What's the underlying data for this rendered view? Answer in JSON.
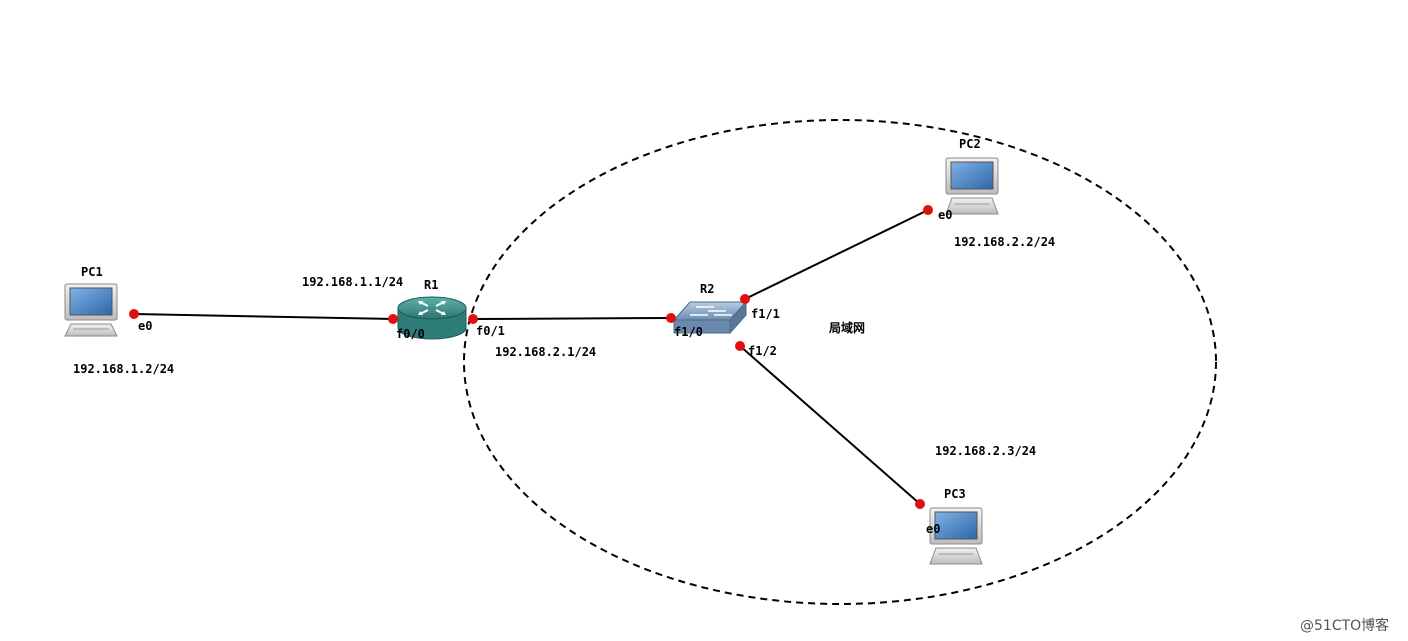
{
  "diagram": {
    "devices": {
      "pc1": {
        "name": "PC1",
        "port": "e0",
        "ip": "192.168.1.2/24"
      },
      "r1": {
        "name": "R1",
        "port_left": "f0/0",
        "port_right": "f0/1",
        "ip_left": "192.168.1.1/24",
        "ip_right": "192.168.2.1/24"
      },
      "r2": {
        "name": "R2",
        "port_left": "f1/0",
        "port_up": "f1/1",
        "port_down": "f1/2"
      },
      "pc2": {
        "name": "PC2",
        "port": "e0",
        "ip": "192.168.2.2/24"
      },
      "pc3": {
        "name": "PC3",
        "port": "e0",
        "ip": "192.168.2.3/24"
      }
    },
    "lan_label": "局域网",
    "watermark": "@51CTO博客",
    "colors": {
      "link": "#000000",
      "port_dot": "#e01010",
      "router_body": "#3a8f8a",
      "switch_body": "#7f9fbf",
      "pc_screen": "#4a86c6",
      "pc_body": "#d8d8d8",
      "lan_border": "#000000"
    },
    "icons": {
      "pc": "computer-icon",
      "router": "router-icon",
      "switch": "switch-icon"
    }
  }
}
